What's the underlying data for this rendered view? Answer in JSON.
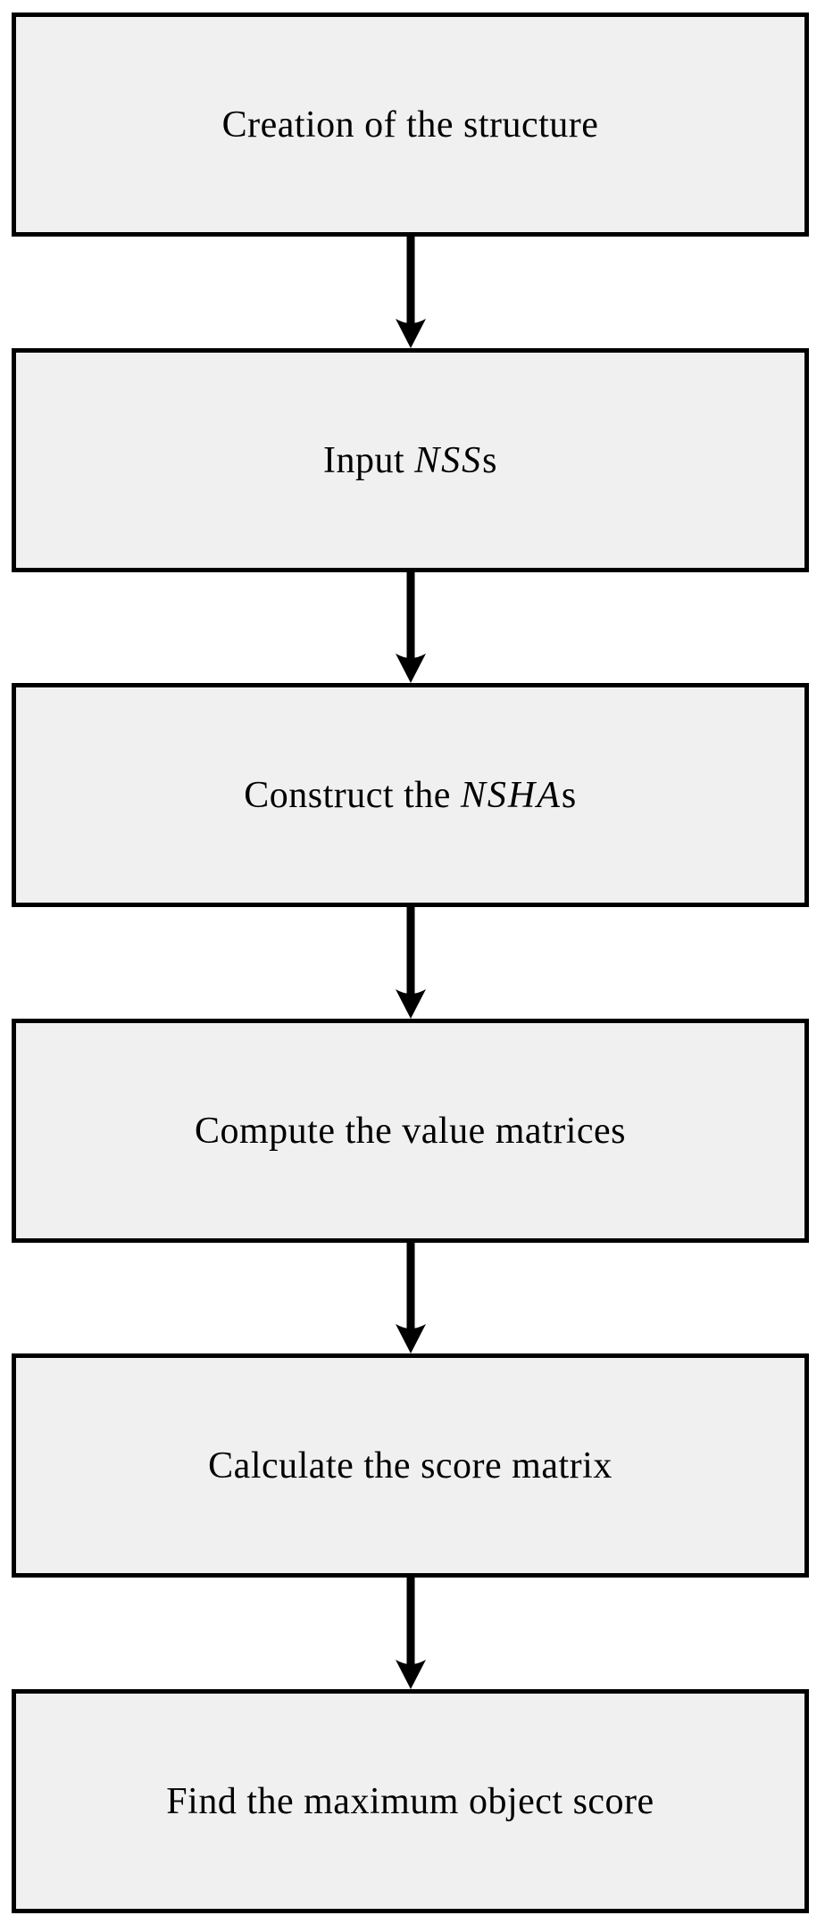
{
  "diagram": {
    "type": "flowchart",
    "direction": "top-to-bottom",
    "background_color": "#ffffff",
    "node_fill_color": "#f0f0f0",
    "node_border_color": "#000000",
    "arrow_color": "#000000",
    "nodes": [
      {
        "id": "creation",
        "text_before": "Creation of the structure",
        "math": "",
        "text_after": ""
      },
      {
        "id": "input-nss",
        "text_before": "Input ",
        "math": "NSS",
        "text_after": "s"
      },
      {
        "id": "construct",
        "text_before": "Construct the ",
        "math": "NSHA",
        "text_after": "s"
      },
      {
        "id": "compute",
        "text_before": "Compute the value matrices",
        "math": "",
        "text_after": ""
      },
      {
        "id": "calculate",
        "text_before": "Calculate the score matrix",
        "math": "",
        "text_after": ""
      },
      {
        "id": "find-max",
        "text_before": "Find the maximum object score",
        "math": "",
        "text_after": ""
      }
    ],
    "edges": [
      {
        "from": "creation",
        "to": "input-nss"
      },
      {
        "from": "input-nss",
        "to": "construct"
      },
      {
        "from": "construct",
        "to": "compute"
      },
      {
        "from": "compute",
        "to": "calculate"
      },
      {
        "from": "calculate",
        "to": "find-max"
      }
    ]
  }
}
